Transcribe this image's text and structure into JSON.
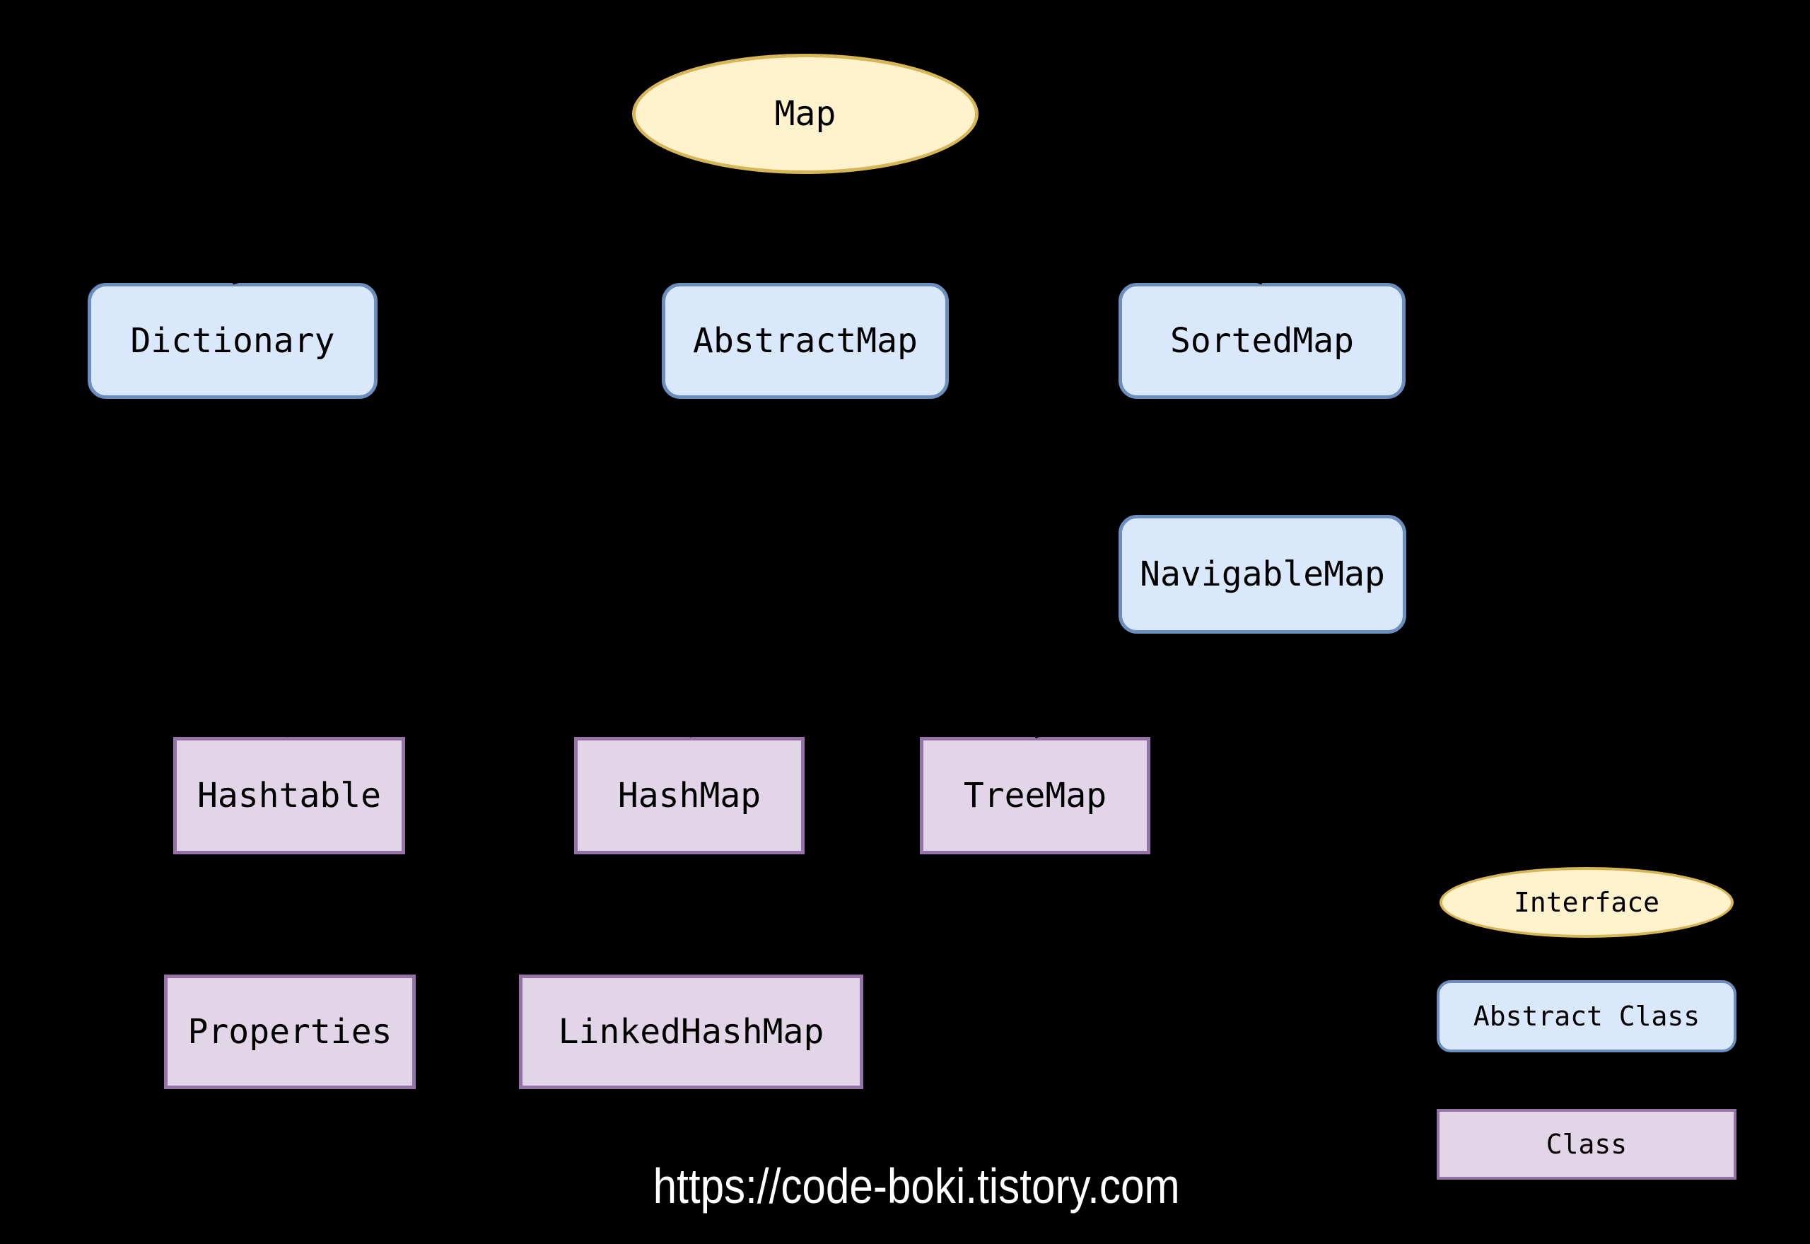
{
  "diagram": {
    "type": "class-hierarchy",
    "nodes": {
      "map": {
        "label": "Map",
        "kind": "interface"
      },
      "dictionary": {
        "label": "Dictionary",
        "kind": "abstract_class"
      },
      "abstract_map": {
        "label": "AbstractMap",
        "kind": "abstract_class"
      },
      "sorted_map": {
        "label": "SortedMap",
        "kind": "abstract_class"
      },
      "navigable_map": {
        "label": "NavigableMap",
        "kind": "abstract_class"
      },
      "hashtable": {
        "label": "Hashtable",
        "kind": "class"
      },
      "hash_map": {
        "label": "HashMap",
        "kind": "class"
      },
      "tree_map": {
        "label": "TreeMap",
        "kind": "class"
      },
      "properties": {
        "label": "Properties",
        "kind": "class"
      },
      "linked_hash_map": {
        "label": "LinkedHashMap",
        "kind": "class"
      }
    },
    "edges": [
      {
        "from": "dictionary",
        "to": "map"
      },
      {
        "from": "abstract_map",
        "to": "map"
      },
      {
        "from": "sorted_map",
        "to": "map"
      },
      {
        "from": "navigable_map",
        "to": "sorted_map"
      },
      {
        "from": "hashtable",
        "to": "dictionary"
      },
      {
        "from": "hash_map",
        "to": "abstract_map"
      },
      {
        "from": "tree_map",
        "to": "navigable_map"
      },
      {
        "from": "properties",
        "to": "hashtable"
      },
      {
        "from": "linked_hash_map",
        "to": "hash_map"
      }
    ],
    "legend": {
      "interface": {
        "label": "Interface"
      },
      "abstract_class": {
        "label": "Abstract Class"
      },
      "class": {
        "label": "Class"
      }
    },
    "colors": {
      "background": "#000000",
      "interface_fill": "#FFF2CC",
      "interface_stroke": "#D6B656",
      "abstract_class_fill": "#DAE8FC",
      "abstract_class_stroke": "#6C8EBF",
      "class_fill": "#E1D5E7",
      "class_stroke": "#9673A6",
      "edge_color": "#000000",
      "footer_text_color": "#FFFFFF"
    },
    "footer_url": "https://code-boki.tistory.com"
  }
}
